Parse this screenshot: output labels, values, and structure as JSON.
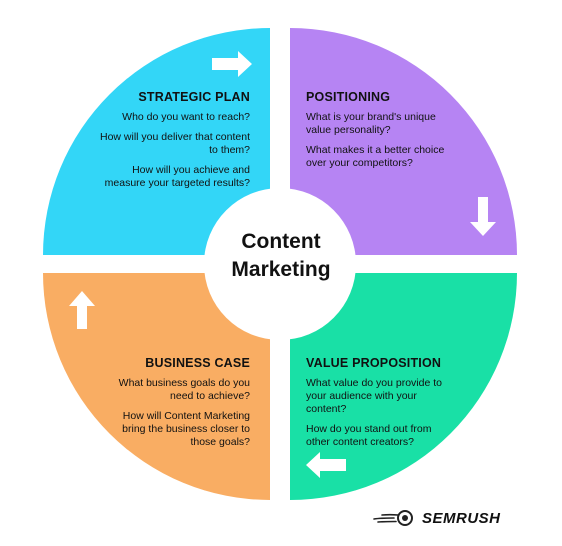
{
  "center": {
    "line1": "Content",
    "line2": "Marketing"
  },
  "quadrants": {
    "strategic_plan": {
      "title": "STRATEGIC PLAN",
      "color": "#33d6f7",
      "items": [
        "Who do you want to reach?",
        "How will you deliver that content to them?",
        "How will you achieve and measure your targeted results?"
      ]
    },
    "positioning": {
      "title": "POSITIONING",
      "color": "#b684f3",
      "items": [
        "What is your brand's unique value personality?",
        "What makes it a better choice over your competitors?"
      ]
    },
    "business_case": {
      "title": "BUSINESS CASE",
      "color": "#f9ad63",
      "items": [
        "What business goals do you need to achieve?",
        "How will Content Marketing bring the business closer to those goals?"
      ]
    },
    "value_proposition": {
      "title": "VALUE PROPOSITION",
      "color": "#19e0a6",
      "items": [
        "What value do you provide to your audience with your content?",
        "How do you stand out from other content creators?"
      ]
    }
  },
  "arrows": {
    "top_left": "arrow-right",
    "top_right": "arrow-down",
    "bottom_right": "arrow-left",
    "bottom_left": "arrow-up"
  },
  "brand": {
    "name": "SEMRUSH",
    "logo": "semrush-fireball-logo"
  }
}
